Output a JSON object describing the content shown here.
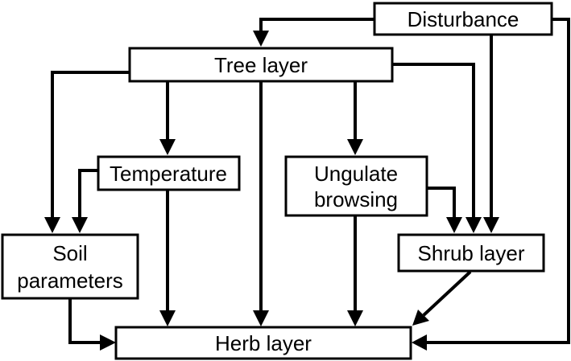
{
  "nodes": {
    "disturbance": {
      "lines": [
        "Disturbance"
      ]
    },
    "tree_layer": {
      "lines": [
        "Tree layer"
      ]
    },
    "temperature": {
      "lines": [
        "Temperature"
      ]
    },
    "ungulate_browsing": {
      "lines": [
        "Ungulate",
        "browsing"
      ]
    },
    "soil_parameters": {
      "lines": [
        "Soil",
        "parameters"
      ]
    },
    "shrub_layer": {
      "lines": [
        "Shrub layer"
      ]
    },
    "herb_layer": {
      "lines": [
        "Herb layer"
      ]
    }
  },
  "edges": [
    {
      "from": "disturbance",
      "to": "tree_layer"
    },
    {
      "from": "disturbance",
      "to": "shrub_layer"
    },
    {
      "from": "disturbance",
      "to": "herb_layer"
    },
    {
      "from": "tree_layer",
      "to": "soil_parameters"
    },
    {
      "from": "tree_layer",
      "to": "temperature"
    },
    {
      "from": "tree_layer",
      "to": "herb_layer"
    },
    {
      "from": "tree_layer",
      "to": "ungulate_browsing"
    },
    {
      "from": "tree_layer",
      "to": "shrub_layer"
    },
    {
      "from": "temperature",
      "to": "soil_parameters"
    },
    {
      "from": "temperature",
      "to": "herb_layer"
    },
    {
      "from": "ungulate_browsing",
      "to": "herb_layer"
    },
    {
      "from": "ungulate_browsing",
      "to": "shrub_layer"
    },
    {
      "from": "soil_parameters",
      "to": "herb_layer"
    },
    {
      "from": "shrub_layer",
      "to": "herb_layer"
    }
  ],
  "colors": {
    "stroke": "#000000",
    "fill": "#ffffff"
  }
}
